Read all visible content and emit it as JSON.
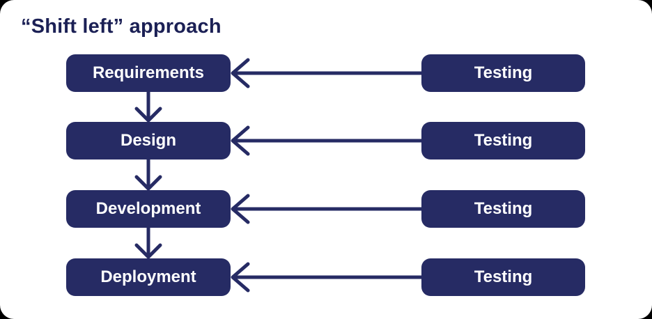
{
  "title": "“Shift left” approach",
  "stages": [
    {
      "label": "Requirements"
    },
    {
      "label": "Design"
    },
    {
      "label": "Development"
    },
    {
      "label": "Deployment"
    }
  ],
  "testing_boxes": [
    {
      "label": "Testing"
    },
    {
      "label": "Testing"
    },
    {
      "label": "Testing"
    },
    {
      "label": "Testing"
    }
  ],
  "colors": {
    "card_bg": "#ffffff",
    "box_bg": "#262b64",
    "box_text": "#ffffff",
    "title_text": "#1b2055",
    "arrow": "#262b64"
  }
}
